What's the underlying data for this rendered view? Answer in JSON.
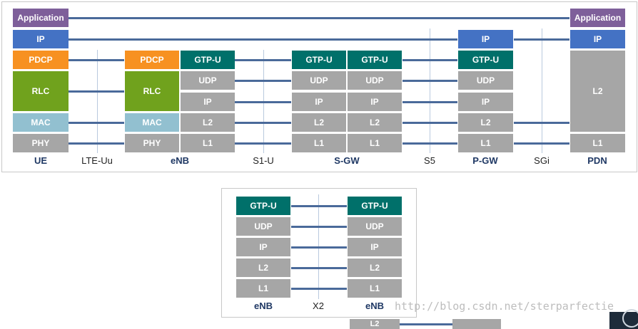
{
  "colors": {
    "application": "#7e5f9a",
    "ip_blue": "#4472c4",
    "pdcp": "#f79121",
    "rlc": "#70a21d",
    "mac": "#92c0d0",
    "gray": "#a6a6a6",
    "gtp": "#00706a",
    "line": "#4a6a9a",
    "vline": "#b9c9de",
    "label_node": "#1f3864"
  },
  "top": {
    "ue": {
      "app": "Application",
      "ip": "IP",
      "pdcp": "PDCP",
      "rlc": "RLC",
      "mac": "MAC",
      "phy": "PHY",
      "label": "UE"
    },
    "lte_uu": "LTE-Uu",
    "enb": {
      "pdcp": "PDCP",
      "rlc": "RLC",
      "mac": "MAC",
      "phy": "PHY",
      "gtp": "GTP-U",
      "udp": "UDP",
      "ip": "IP",
      "l2": "L2",
      "l1": "L1",
      "label": "eNB"
    },
    "s1u": "S1-U",
    "sgw": {
      "gtp": "GTP-U",
      "udp": "UDP",
      "ip": "IP",
      "l2": "L2",
      "l1": "L1",
      "label": "S-GW"
    },
    "s5": "S5",
    "pgw": {
      "ip": "IP",
      "gtp": "GTP-U",
      "udp": "UDP",
      "ipl": "IP",
      "l2": "L2",
      "l1": "L1",
      "label": "P-GW"
    },
    "sgi": "SGi",
    "pdn": {
      "app": "Application",
      "ip": "IP",
      "l2": "L2",
      "l1": "L1",
      "label": "PDN"
    }
  },
  "bottom": {
    "stack": {
      "gtp": "GTP-U",
      "udp": "UDP",
      "ip": "IP",
      "l2": "L2",
      "l1": "L1"
    },
    "left_label": "eNB",
    "x2": "X2",
    "right_label": "eNB",
    "partial_l2": "L2"
  },
  "watermark": "http://blog.csdn.net/sterparfectie"
}
